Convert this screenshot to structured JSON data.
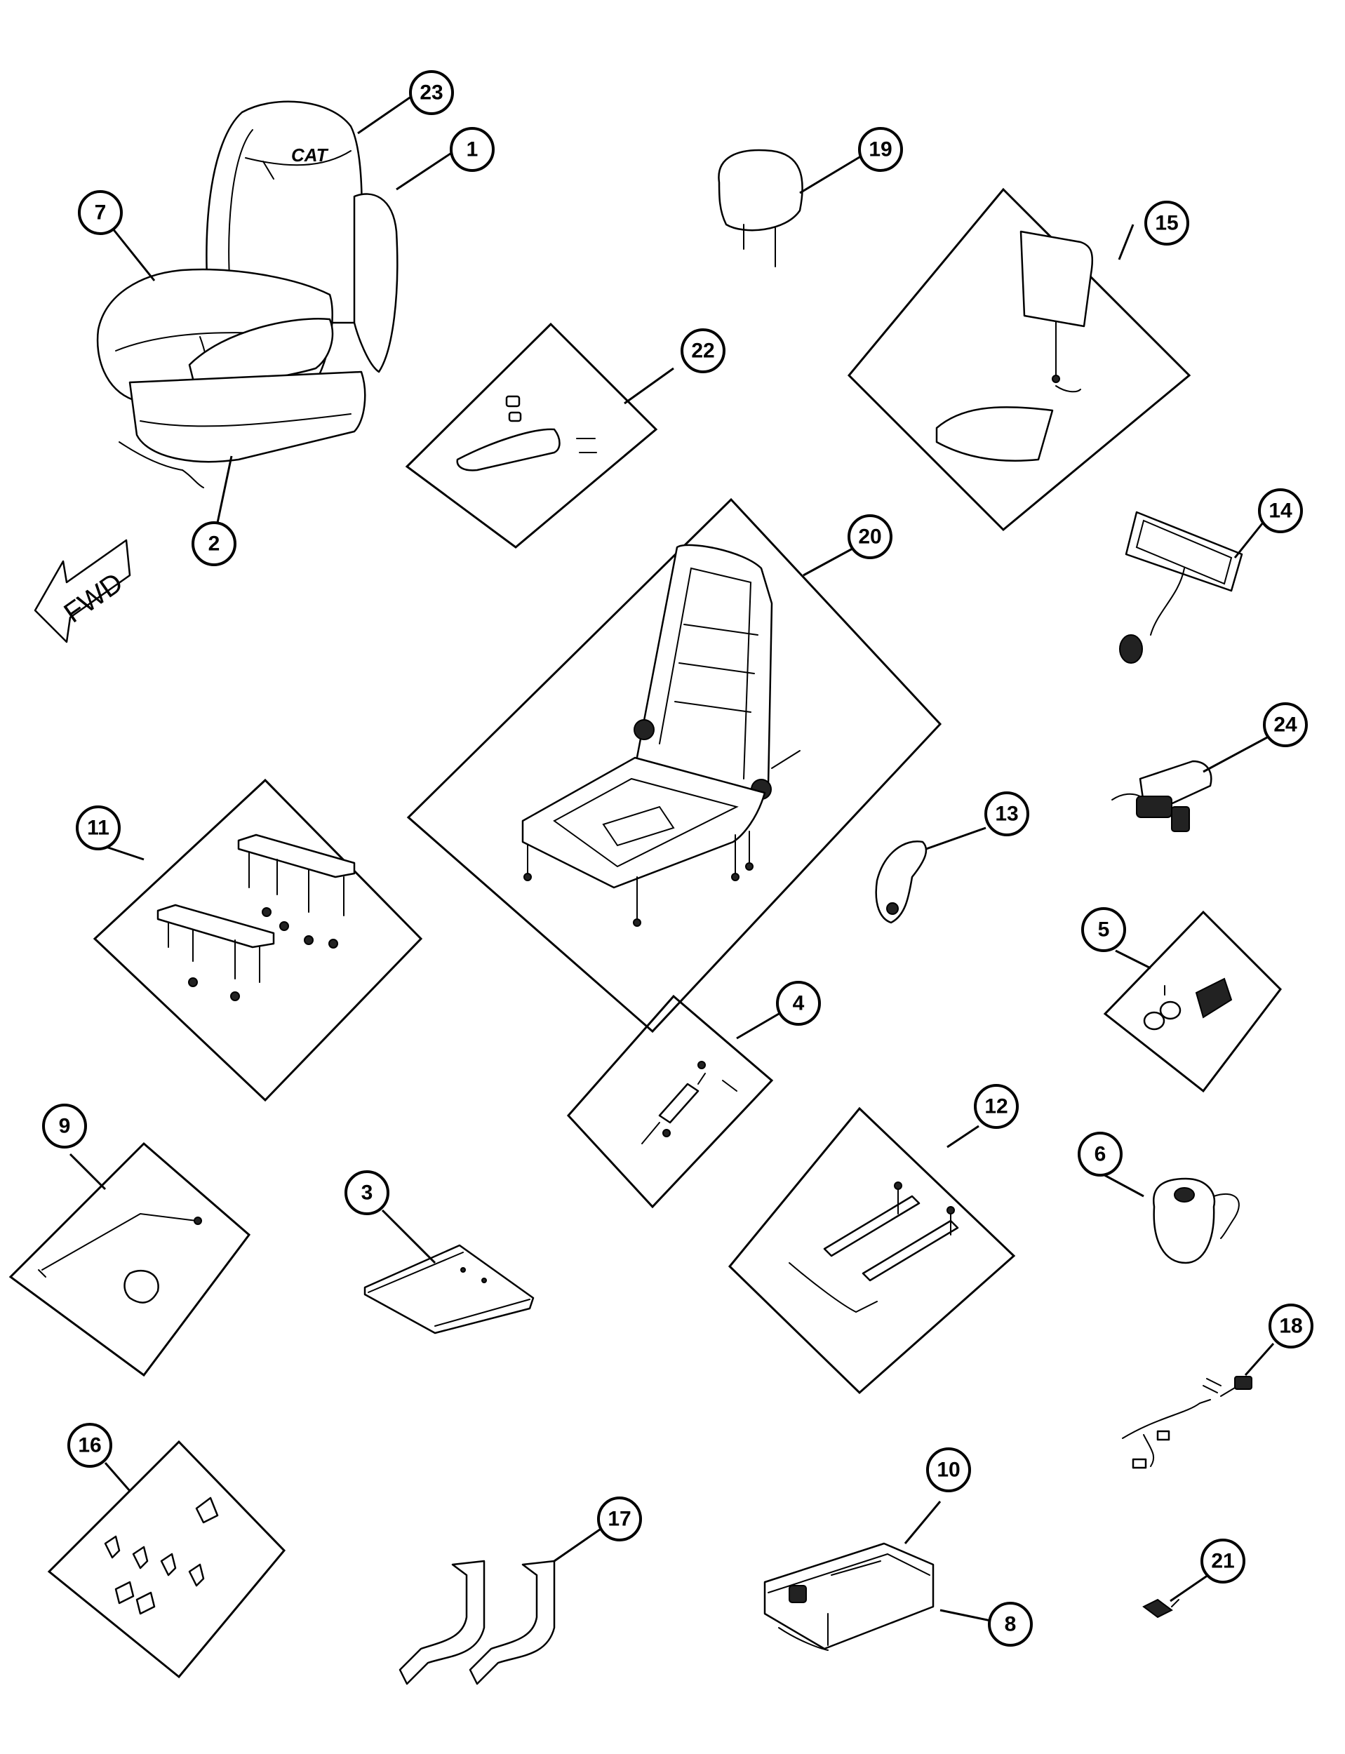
{
  "callouts": {
    "c1": "1",
    "c2": "2",
    "c3": "3",
    "c4": "4",
    "c5": "5",
    "c6": "6",
    "c7": "7",
    "c8": "8",
    "c9": "9",
    "c10": "10",
    "c11": "11",
    "c12": "12",
    "c13": "13",
    "c14": "14",
    "c15": "15",
    "c16": "16",
    "c17": "17",
    "c18": "18",
    "c19": "19",
    "c20": "20",
    "c21": "21",
    "c22": "22",
    "c23": "23",
    "c24": "24"
  },
  "direction_arrow": {
    "label": "FWD"
  },
  "seat_logo": "CAT",
  "colors": {
    "line": "#000000",
    "background": "#ffffff"
  }
}
